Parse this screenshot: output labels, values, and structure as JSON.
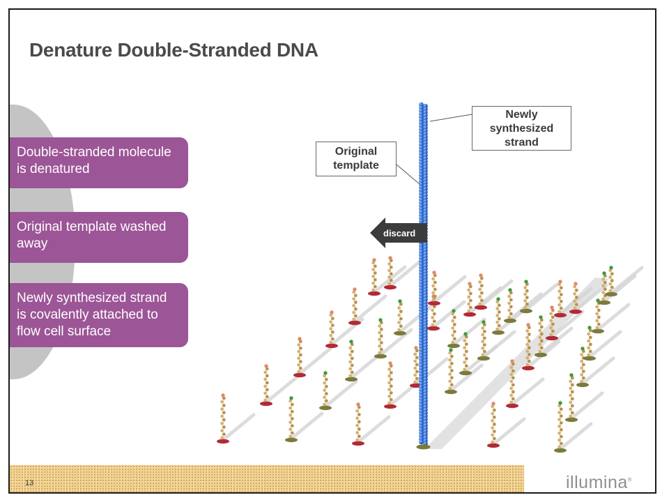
{
  "slide": {
    "title": "Denature Double-Stranded DNA",
    "page_number": "13",
    "logo_text": "illumina"
  },
  "steps": [
    {
      "text": "Double-stranded molecule is denatured"
    },
    {
      "text": "Original template washed away"
    },
    {
      "text": "Newly synthesized strand is covalently attached to flow cell surface"
    }
  ],
  "diagram": {
    "callout_new": "Newly synthesized strand",
    "callout_original": "Original template",
    "discard_label": "discard",
    "colors": {
      "step_box": "#9c5596",
      "strand": "#2f6fd6",
      "surface": "#f1d291",
      "arrow": "#3c3c3c"
    }
  }
}
